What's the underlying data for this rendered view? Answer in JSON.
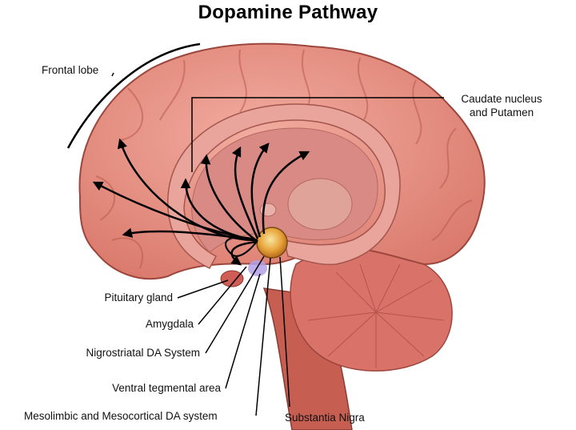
{
  "title": "Dopamine Pathway",
  "labels": {
    "frontal_lobe": "Frontal lobe",
    "caudate_line1": "Caudate nucleus",
    "caudate_line2": "and Putamen",
    "pituitary": "Pituitary gland",
    "amygdala": "Amygdala",
    "nigrostriatal": "Nigrostriatal DA System",
    "vta": "Ventral tegmental area",
    "mesolimbic": "Mesolimbic and Mesocortical DA system",
    "substantia_nigra": "Substantia Nigra"
  },
  "colors": {
    "brain": "#e79585",
    "brain_dark": "#b5584c",
    "limbic": "#d98a84",
    "limbic_light": "#f2b7ad",
    "cerebellum": "#d9736a",
    "brainstem": "#c65e52",
    "pathway": "#000000",
    "substantia_nigra": "#e8a43a",
    "vta": "#b3a1e8"
  }
}
